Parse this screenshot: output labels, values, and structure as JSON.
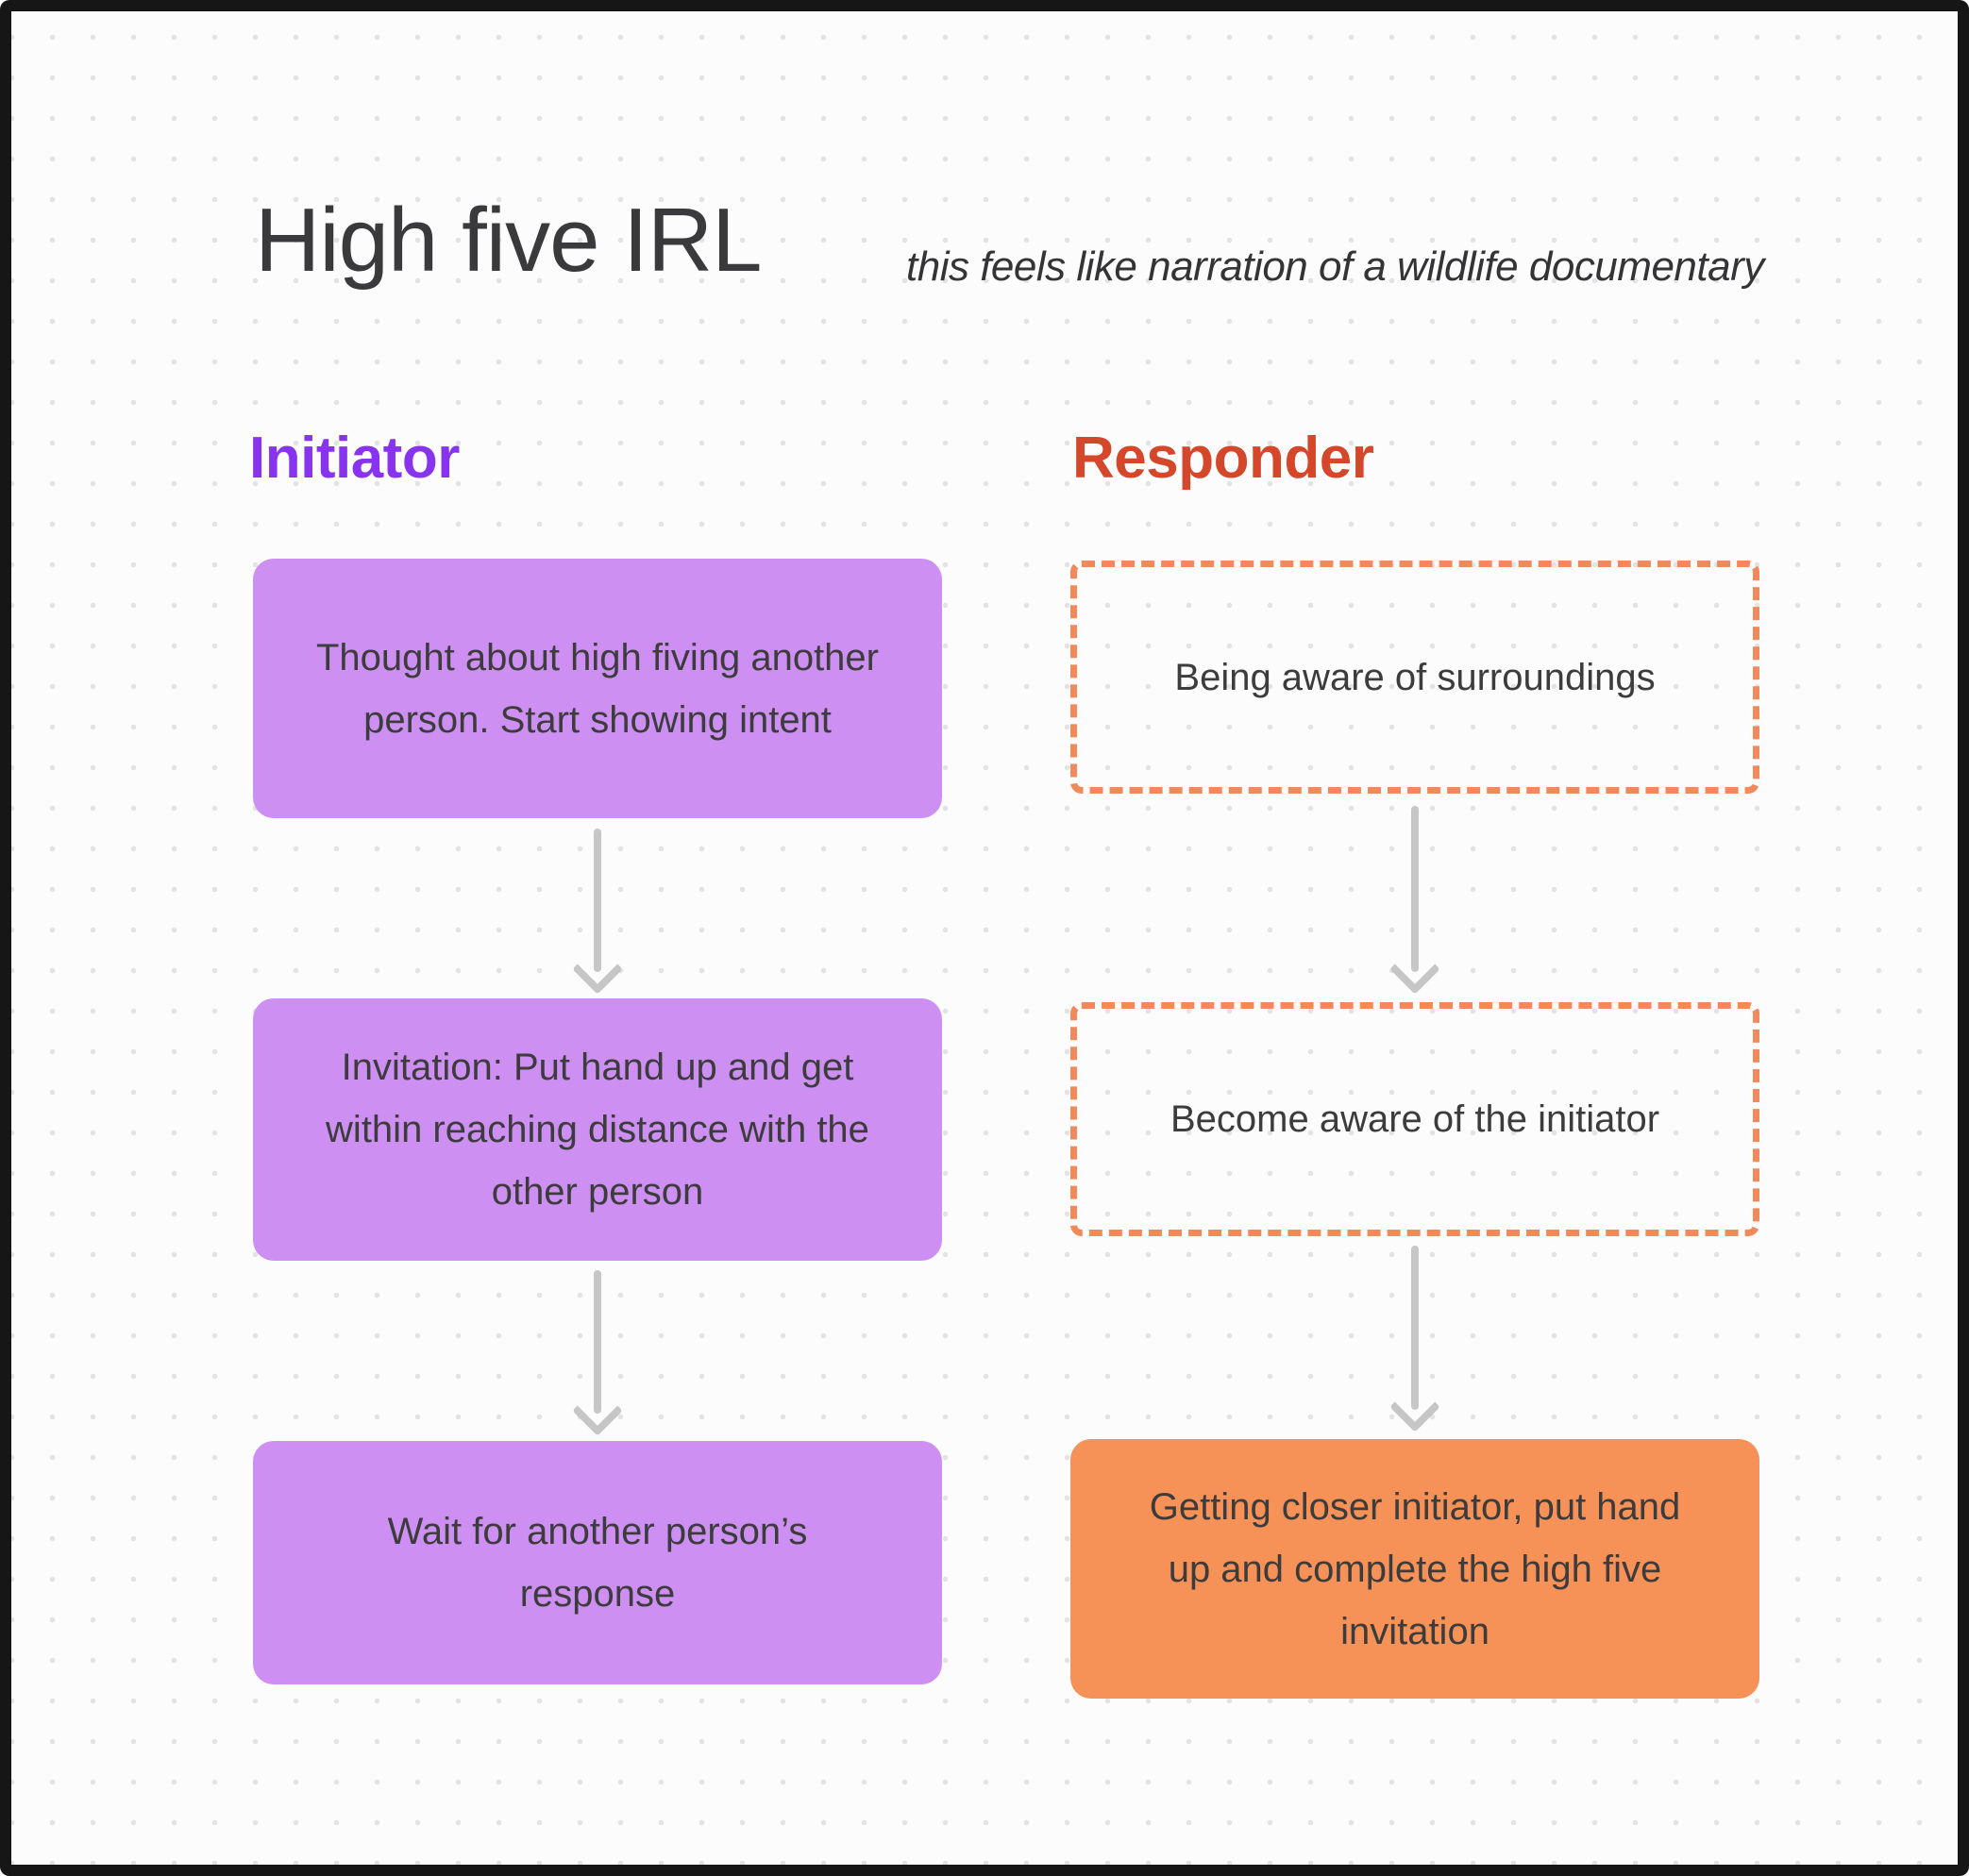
{
  "header": {
    "title": "High five IRL",
    "subtitle": "this feels like narration of a wildlife documentary"
  },
  "columns": [
    {
      "label": "Initiator",
      "accent_color": "#8833EE",
      "node_fill": "#CD8FF2",
      "steps": [
        "Thought about high fiving another person. Start showing intent",
        "Invitation: Put hand up and get within reaching distance with the other person",
        "Wait for another person’s response"
      ]
    },
    {
      "label": "Responder",
      "accent_color": "#D5472B",
      "node_fill": "#F69157",
      "node_border": "#F2895A",
      "steps": [
        "Being aware of surroundings",
        "Become aware of the initiator",
        "Getting closer initiator, put hand up and complete the high five invitation"
      ]
    }
  ],
  "colors": {
    "background": "#FCFCFC",
    "dot_grid": "#E3E3E3",
    "frame": "#161616",
    "arrow": "#C6C6C6",
    "text": "#3C3C3C"
  }
}
